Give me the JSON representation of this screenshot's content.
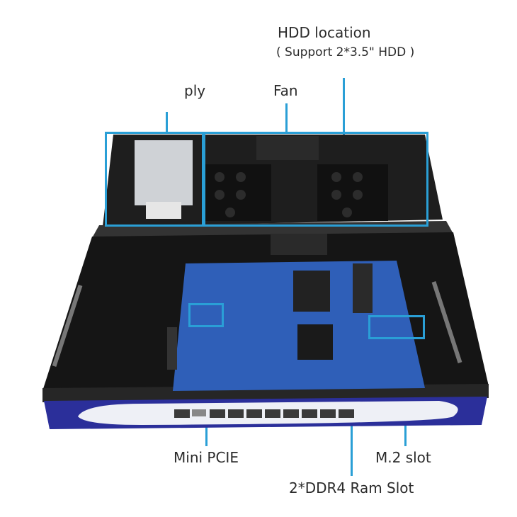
{
  "labels": {
    "hdd_title": "HDD location",
    "hdd_sub": "( Support 2*3.5\" HDD )",
    "psu": "ply",
    "fan": "Fan",
    "mini_pcie": "Mini PCIE",
    "ddr4": "2*DDR4 Ram Slot",
    "m2": "M.2 slot"
  },
  "colors": {
    "accent_line": "#2a9fd6",
    "chassis": "#1c1c1c",
    "front_panel": "#2b2f9a",
    "board": "#2f5fb8"
  },
  "front_panel": {
    "ports": [
      "console",
      "usb",
      "lan1",
      "lan2",
      "lan3",
      "lan4",
      "lan5",
      "lan6",
      "lan7",
      "lan8"
    ]
  }
}
